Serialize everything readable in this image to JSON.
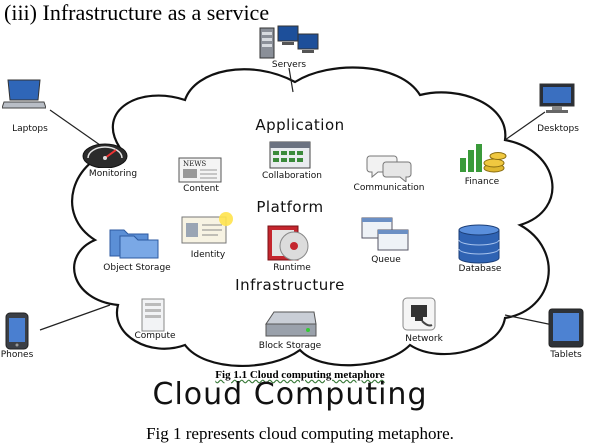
{
  "heading": "(iii) Infrastructure as a service",
  "layers": {
    "application": "Application",
    "platform": "Platform",
    "infrastructure": "Infrastructure"
  },
  "items": {
    "monitoring": "Monitoring",
    "content": "Content",
    "content_sign": "NEWS",
    "collaboration": "Collaboration",
    "communication": "Communication",
    "finance": "Finance",
    "object_storage": "Object Storage",
    "identity": "Identity",
    "runtime": "Runtime",
    "queue": "Queue",
    "database": "Database",
    "compute": "Compute",
    "block_storage": "Block Storage",
    "network": "Network"
  },
  "devices": {
    "servers": "Servers",
    "laptops": "Laptops",
    "desktops": "Desktops",
    "phones": "Phones",
    "tablets": "Tablets"
  },
  "caption": "Fig 1.1 Cloud computing metaphore",
  "title": "Cloud Computing",
  "footer": "Fig 1 represents cloud computing metaphore."
}
